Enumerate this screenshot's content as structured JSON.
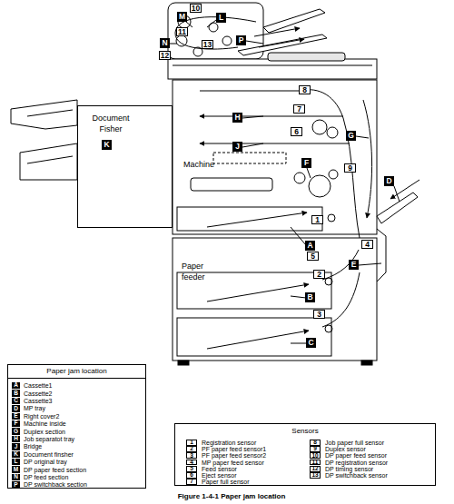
{
  "diagram": {
    "caption": "Figure 1-4-1 Paper jam location",
    "nodes": [
      {
        "text": [
          "M"
        ]
      },
      {
        "text": [
          "10"
        ]
      },
      {
        "text": [
          "L"
        ]
      },
      {
        "text": [
          "11"
        ]
      },
      {
        "text": [
          "N"
        ]
      },
      {
        "text": [
          "13"
        ]
      },
      {
        "text": [
          "P"
        ]
      },
      {
        "text": [
          "12"
        ]
      },
      {
        "text": [
          "8"
        ]
      },
      {
        "text": [
          "7"
        ]
      },
      {
        "text": [
          "Document Fisher"
        ]
      },
      {
        "text": [
          "K"
        ],
        "in": 10
      },
      {
        "text": [
          "H"
        ]
      },
      {
        "text": [
          "6"
        ]
      },
      {
        "text": [
          "G"
        ]
      },
      {
        "text": [
          "J"
        ]
      },
      {
        "text": [
          "F"
        ]
      },
      {
        "text": [
          "9"
        ]
      },
      {
        "text": [
          "D"
        ]
      },
      {
        "text": [
          "1"
        ]
      },
      {
        "text": [
          "A"
        ]
      },
      {
        "text": [
          "4"
        ]
      },
      {
        "text": [
          "5"
        ]
      },
      {
        "text": [
          "E"
        ]
      },
      {
        "text": [
          "2"
        ]
      },
      {
        "text": [
          "B"
        ]
      },
      {
        "text": [
          "3"
        ]
      },
      {
        "text": [
          "C"
        ]
      },
      {
        "text": [
          "Paper jam location"
        ]
      },
      {
        "text": [
          "A",
          "Cassette1"
        ],
        "in": 28
      },
      {
        "text": [
          "B",
          "Cassette2"
        ],
        "in": 28
      },
      {
        "text": [
          "C",
          "Cassette3"
        ],
        "in": 28
      },
      {
        "text": [
          "D",
          "MP tray"
        ],
        "in": 28
      },
      {
        "text": [
          "E",
          "Right cover2"
        ],
        "in": 28
      },
      {
        "text": [
          "F",
          "Machine inside"
        ],
        "in": 28
      },
      {
        "text": [
          "G",
          "Duplex section"
        ],
        "in": 28
      },
      {
        "text": [
          "H",
          "Job separatot tray"
        ],
        "in": 28
      },
      {
        "text": [
          "J",
          "Bridge"
        ],
        "in": 28
      },
      {
        "text": [
          "K",
          "Document finsher"
        ],
        "in": 28
      },
      {
        "text": [
          "L",
          "DP original tray"
        ],
        "in": 28
      },
      {
        "text": [
          "M",
          "DP paper feed section"
        ],
        "in": 28
      },
      {
        "text": [
          "N",
          "DP feed section"
        ],
        "in": 28
      },
      {
        "text": [
          "P",
          "DP switchback section"
        ],
        "in": 28
      },
      {
        "text": [
          "Sensors"
        ]
      },
      {
        "text": [
          "1",
          "Registration sensor"
        ],
        "in": 43
      },
      {
        "text": [
          "2",
          "PF paper feed sensor1"
        ],
        "in": 43
      },
      {
        "text": [
          "3",
          "PF paper feed sensor2"
        ],
        "in": 43
      },
      {
        "text": [
          "4",
          "MP paper feed sensor"
        ],
        "in": 43
      },
      {
        "text": [
          "5",
          "Feed sensor"
        ],
        "in": 43
      },
      {
        "text": [
          "6",
          "Eject sensor"
        ],
        "in": 43
      },
      {
        "text": [
          "7",
          "Paper full sensor"
        ],
        "in": 43
      },
      {
        "text": [
          "8",
          "Job paper full sensor"
        ],
        "in": 43
      },
      {
        "text": [
          "9",
          "Duplex sensor"
        ],
        "in": 43
      },
      {
        "text": [
          "10",
          "DP paper feed sensor"
        ],
        "in": 43
      },
      {
        "text": [
          "11",
          "DP registration sensor"
        ],
        "in": 43
      },
      {
        "text": [
          "12",
          "DP timing sensor"
        ],
        "in": 43
      },
      {
        "text": [
          "13",
          "DP switchback sensor"
        ],
        "in": 43
      }
    ],
    "labels": [
      "Machine",
      "Paper feeder"
    ]
  }
}
